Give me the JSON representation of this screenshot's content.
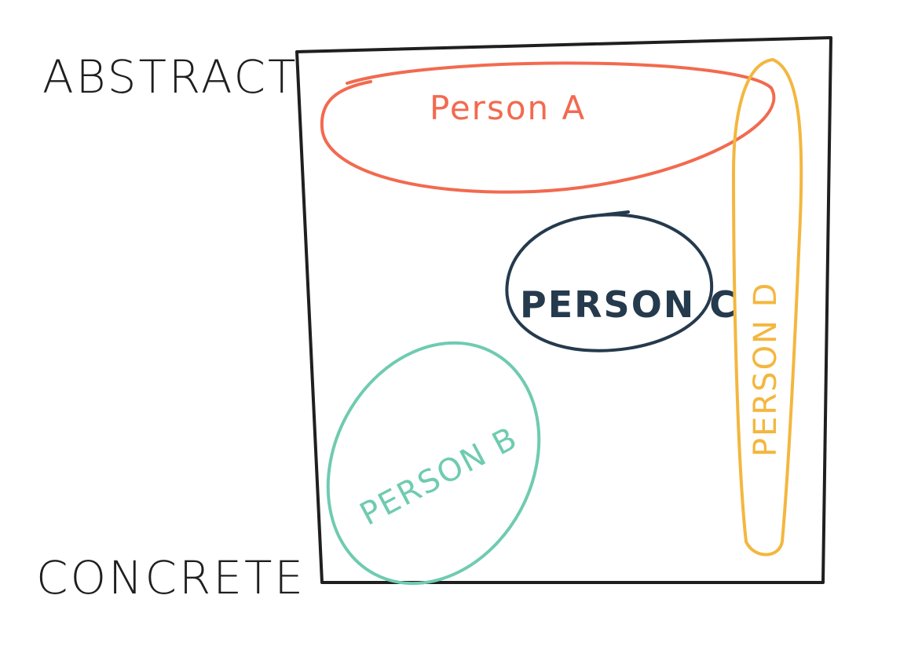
{
  "axis": {
    "top_label": "ABSTRACT",
    "bottom_label": "CONCRETE"
  },
  "persons": [
    {
      "id": "a",
      "label": "Person A",
      "color": "#f26a4f"
    },
    {
      "id": "b",
      "label": "PERSON B",
      "color": "#6fcbb0"
    },
    {
      "id": "c",
      "label": "PERSON C",
      "color": "#253a4d"
    },
    {
      "id": "d",
      "label": "PERSON D",
      "color": "#f3b73f"
    }
  ],
  "colors": {
    "frame": "#1f1f1f"
  }
}
